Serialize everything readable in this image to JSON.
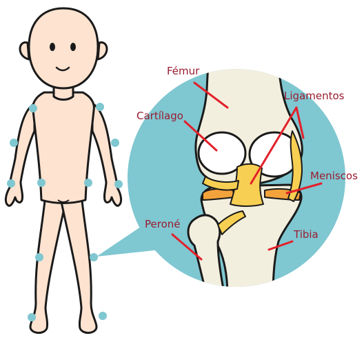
{
  "labels": {
    "femur": "Fémur",
    "ligamentos": "Ligamentos",
    "cartilago": "Cartílago",
    "meniscos": "Meniscos",
    "perone": "Peroné",
    "tibia": "Tibia"
  },
  "colors": {
    "label_text": "#9a1b2f",
    "pointer_line": "#e3202a",
    "circle_background": "#7fc7d1",
    "joint_dot": "#7fc7d1",
    "skin": "#fde3d0",
    "bone": "#f3efdf",
    "ligament": "#f7cf52",
    "meniscus": "#f3a33c",
    "outline": "#1a1a1a"
  },
  "joint_dot_icon": "joint-marker-icon"
}
